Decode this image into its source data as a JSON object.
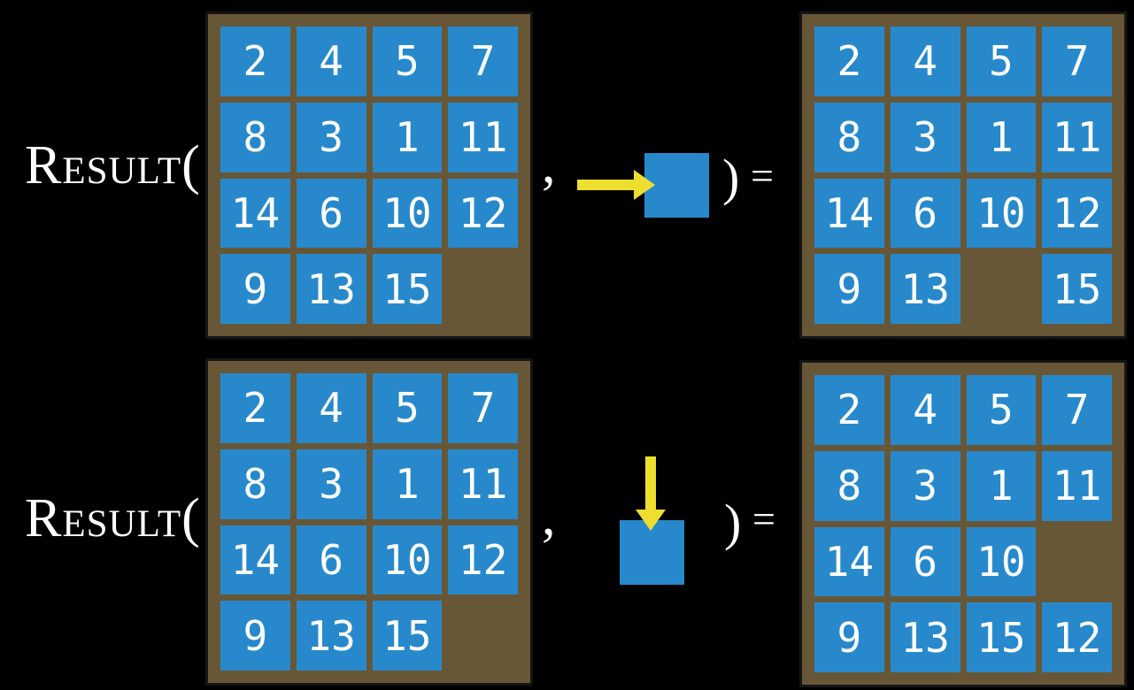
{
  "colors": {
    "background": "#000000",
    "board": "#685737",
    "board_border": "#151515",
    "tile": "#2789cc",
    "arrow": "#edde2f",
    "text": "#ffffff"
  },
  "rows": [
    {
      "function_label": "Result(",
      "comma": ",",
      "input_board": [
        [
          2,
          4,
          5,
          7
        ],
        [
          8,
          3,
          1,
          11
        ],
        [
          14,
          6,
          10,
          12
        ],
        [
          9,
          13,
          15,
          null
        ]
      ],
      "move": {
        "direction": "right",
        "tile_icon": "blue-tile"
      },
      "close_paren": ")",
      "equals": "=",
      "result_board": [
        [
          2,
          4,
          5,
          7
        ],
        [
          8,
          3,
          1,
          11
        ],
        [
          14,
          6,
          10,
          12
        ],
        [
          9,
          13,
          null,
          15
        ]
      ]
    },
    {
      "function_label": "Result(",
      "comma": ",",
      "input_board": [
        [
          2,
          4,
          5,
          7
        ],
        [
          8,
          3,
          1,
          11
        ],
        [
          14,
          6,
          10,
          12
        ],
        [
          9,
          13,
          15,
          null
        ]
      ],
      "move": {
        "direction": "down",
        "tile_icon": "blue-tile"
      },
      "close_paren": ")",
      "equals": "=",
      "result_board": [
        [
          2,
          4,
          5,
          7
        ],
        [
          8,
          3,
          1,
          11
        ],
        [
          14,
          6,
          10,
          null
        ],
        [
          9,
          13,
          15,
          12
        ]
      ]
    }
  ]
}
